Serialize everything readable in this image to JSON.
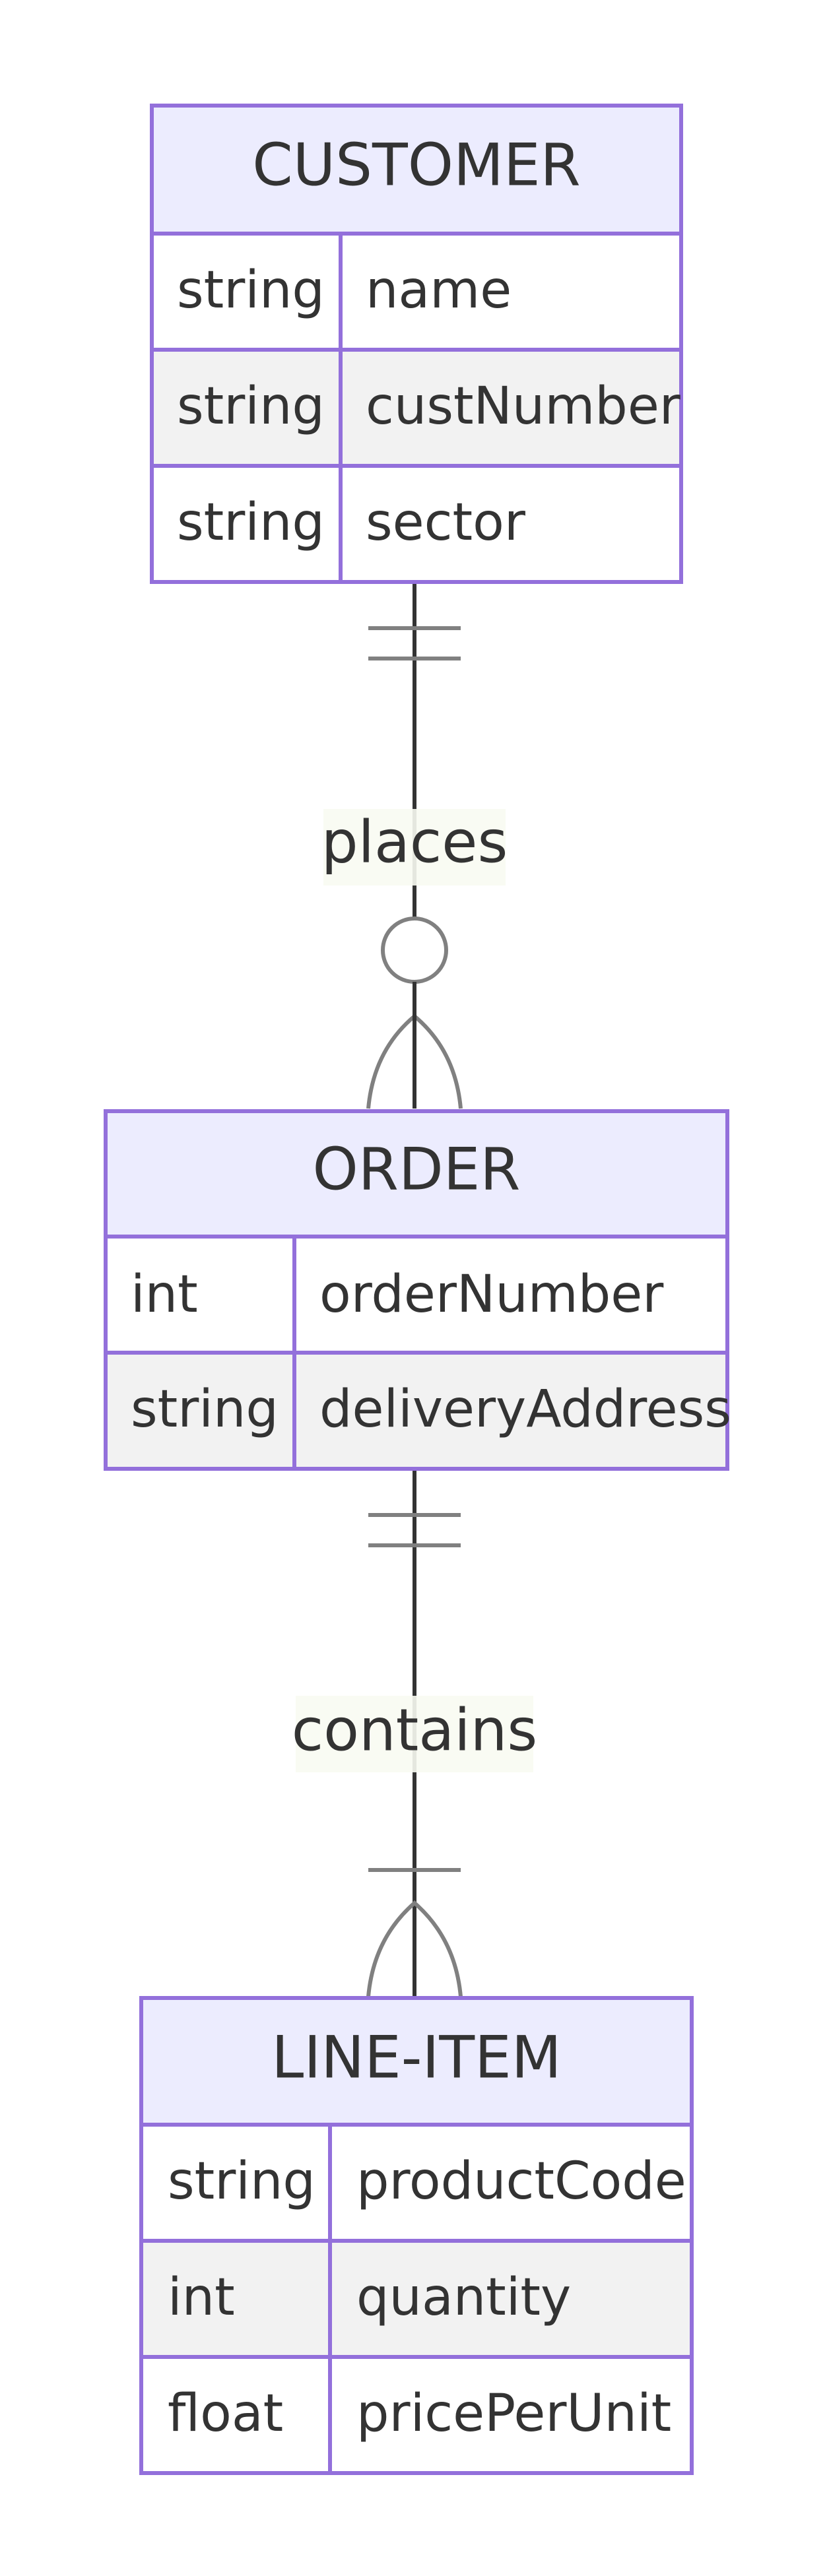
{
  "entities": {
    "customer": {
      "name": "CUSTOMER",
      "attributes": [
        {
          "type": "string",
          "name": "name"
        },
        {
          "type": "string",
          "name": "custNumber"
        },
        {
          "type": "string",
          "name": "sector"
        }
      ]
    },
    "order": {
      "name": "ORDER",
      "attributes": [
        {
          "type": "int",
          "name": "orderNumber"
        },
        {
          "type": "string",
          "name": "deliveryAddress"
        }
      ]
    },
    "line_item": {
      "name": "LINE-ITEM",
      "attributes": [
        {
          "type": "string",
          "name": "productCode"
        },
        {
          "type": "int",
          "name": "quantity"
        },
        {
          "type": "float",
          "name": "pricePerUnit"
        }
      ]
    }
  },
  "relationships": {
    "places": {
      "label": "places",
      "from_cardinality": "exactly-one",
      "to_cardinality": "zero-or-more"
    },
    "contains": {
      "label": "contains",
      "from_cardinality": "exactly-one",
      "to_cardinality": "one-or-more"
    }
  },
  "colors": {
    "border": "#9370db",
    "header_fill": "#ececfe",
    "row_fill_odd": "#ffffff",
    "row_fill_even": "#f2f2f2",
    "text": "#333333",
    "line": "#333333",
    "marker": "#808080",
    "label_bg": "#f8fbf2"
  }
}
